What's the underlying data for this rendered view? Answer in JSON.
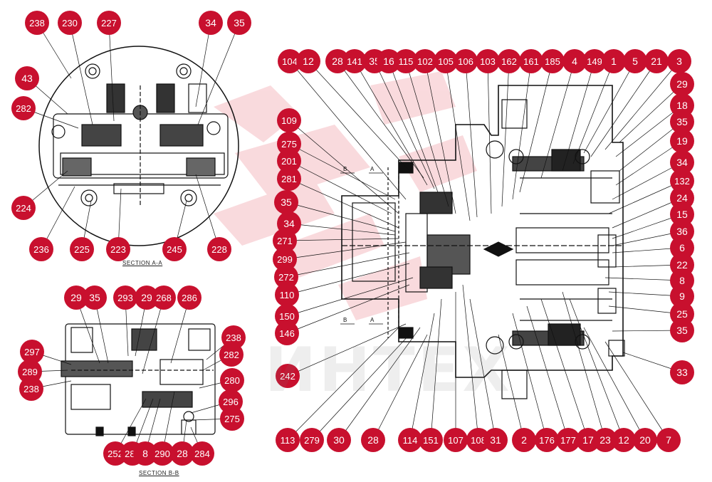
{
  "captions": {
    "section_aa": "SECTION A-A",
    "section_bb": "SECTION B-B"
  },
  "cut_marks": {
    "b": "B",
    "a": "A"
  },
  "watermark": "ИНТЕХ",
  "colors": {
    "callout_fill": "#c8102e",
    "callout_text": "#ffffff",
    "line": "#111111",
    "watermark": "#e85a6a"
  },
  "callouts_aa": [
    "238",
    "230",
    "227",
    "34",
    "35",
    "43",
    "282",
    "224",
    "236",
    "225",
    "223",
    "245",
    "228"
  ],
  "callouts_bb": [
    "29",
    "35",
    "293",
    "29",
    "268",
    "286",
    "238",
    "297",
    "282",
    "289",
    "238",
    "280",
    "296",
    "275",
    "252",
    "288",
    "8",
    "290",
    "28",
    "284"
  ],
  "callouts_main_top": [
    "104",
    "12",
    "28",
    "141",
    "35",
    "16",
    "115",
    "102",
    "105",
    "106",
    "103",
    "162",
    "161",
    "185",
    "4",
    "149",
    "1",
    "5",
    "21",
    "3"
  ],
  "callouts_main_left": [
    "109",
    "275",
    "201",
    "281",
    "35",
    "34",
    "271",
    "299",
    "272",
    "110",
    "150",
    "146",
    "242"
  ],
  "callouts_main_right": [
    "29",
    "18",
    "35",
    "19",
    "34",
    "132",
    "24",
    "15",
    "36",
    "6",
    "22",
    "8",
    "9",
    "25",
    "35",
    "33"
  ],
  "callouts_main_bottom": [
    "113",
    "279",
    "30",
    "28",
    "114",
    "151",
    "107",
    "108",
    "31",
    "2",
    "176",
    "177",
    "17",
    "23",
    "12",
    "20",
    "7"
  ]
}
